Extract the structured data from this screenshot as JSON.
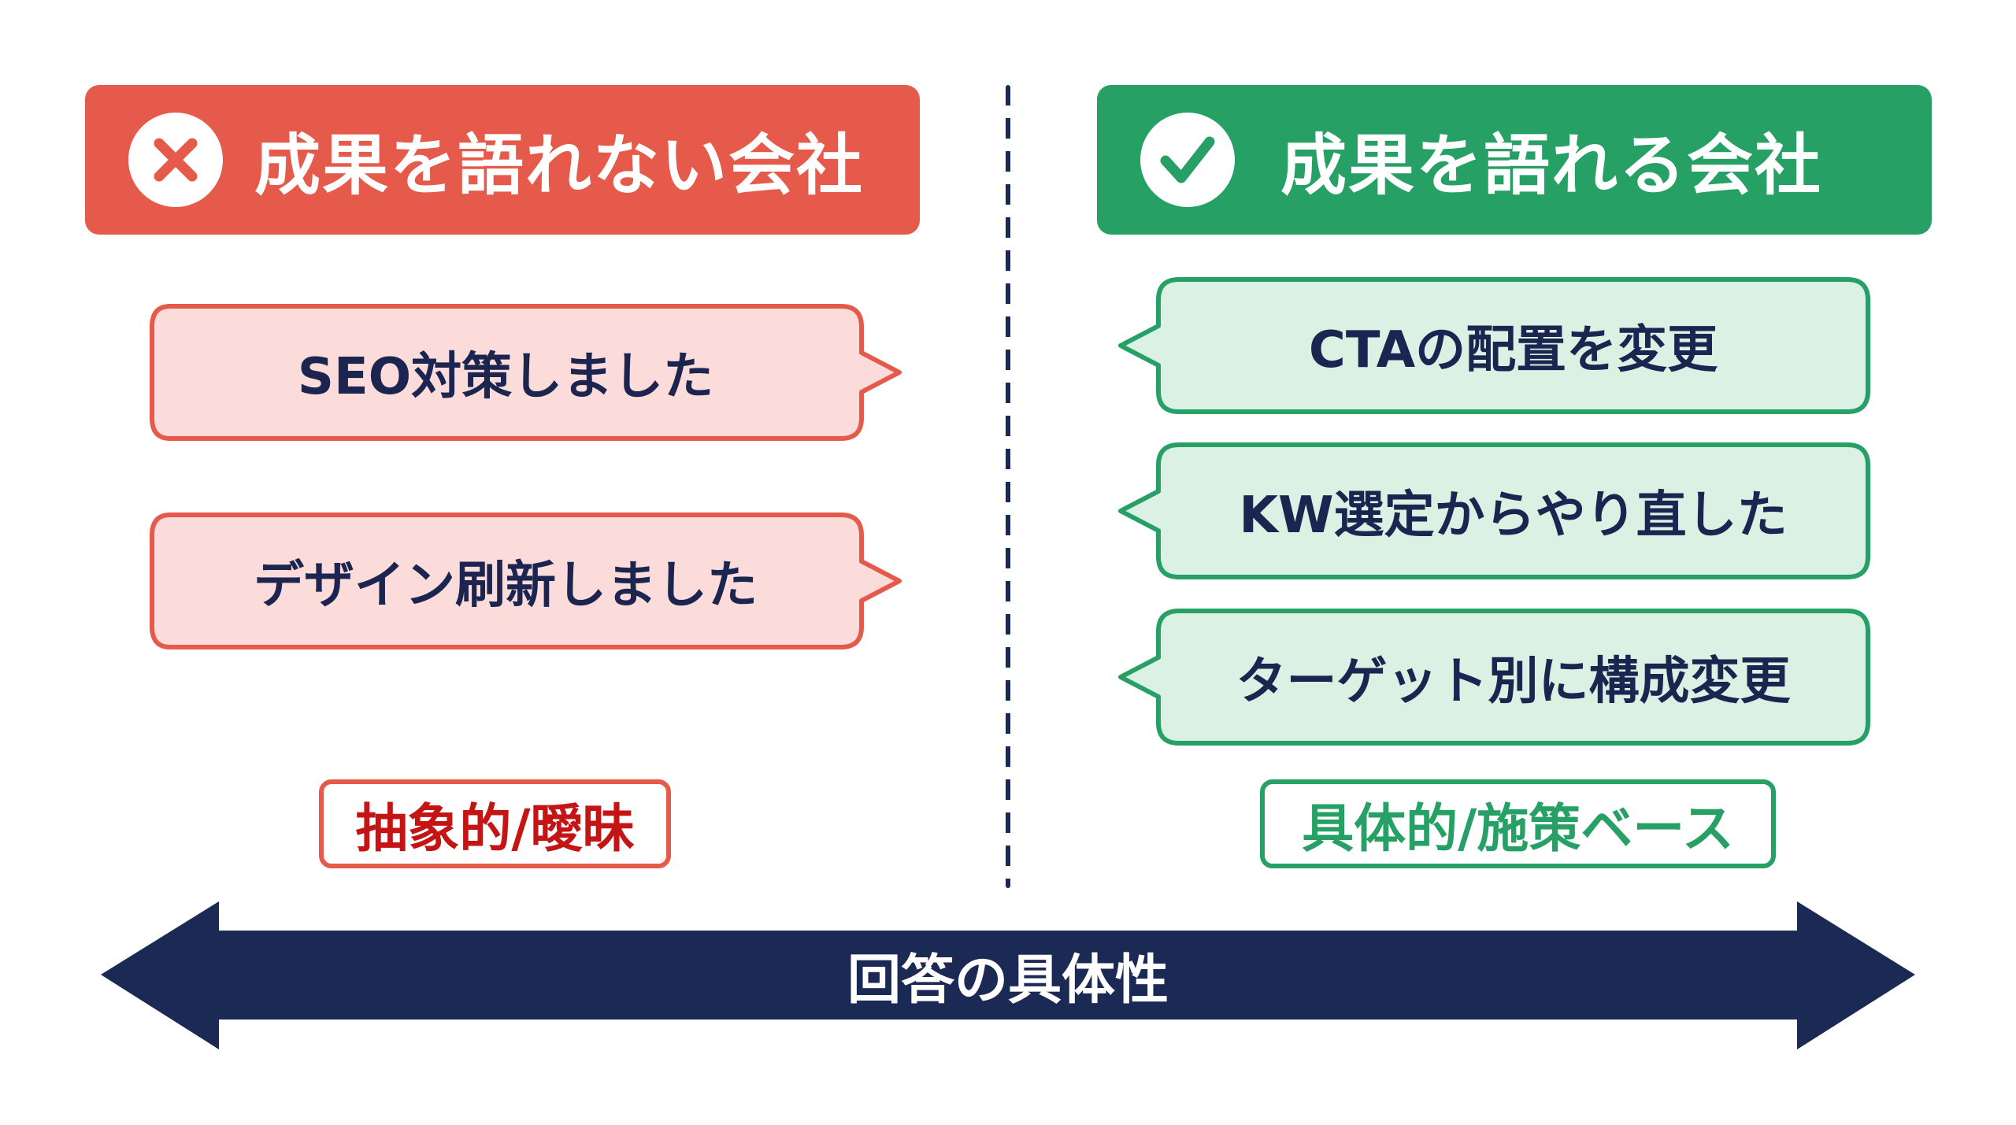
{
  "left_panel": {
    "header": {
      "title": "成果を語れない会社",
      "icon": "x-circle-icon"
    },
    "bubbles": [
      {
        "text": "SEO対策しました"
      },
      {
        "text": "デザイン刷新しました"
      }
    ],
    "tag": "抽象的/曖昧"
  },
  "right_panel": {
    "header": {
      "title": "成果を語れる会社",
      "icon": "check-circle-icon"
    },
    "bubbles": [
      {
        "text": "CTAの配置を変更"
      },
      {
        "text": "KW選定からやり直した"
      },
      {
        "text": "ターゲット別に構成変更"
      }
    ],
    "tag": "具体的/施策ベース"
  },
  "axis": {
    "label": "回答の具体性"
  },
  "colors": {
    "bad": "#e55a4a",
    "bad_fill": "#fbdcdb",
    "bad_text": "#c41414",
    "good": "#27a066",
    "good_fill": "#dbf1e3",
    "navy": "#1b2a55",
    "bubble_text": "#1b2550"
  }
}
